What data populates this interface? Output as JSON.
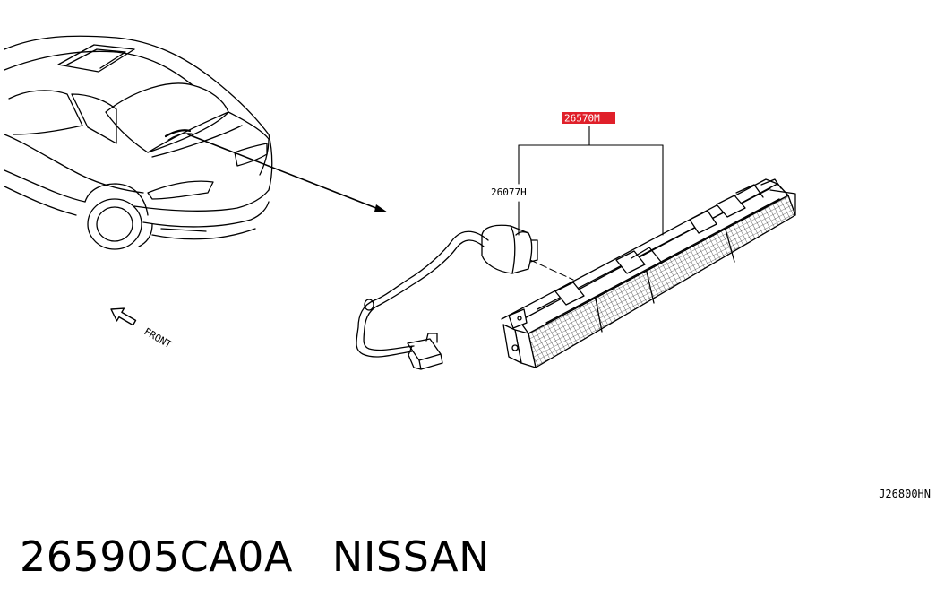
{
  "diagram": {
    "callouts": {
      "highlighted_part": "26570M",
      "harness_part": "26077H"
    },
    "front_label": "FRONT",
    "reference_code": "J26800HN",
    "highlight_color": "#e0202a"
  },
  "caption": {
    "part_number": "265905CA0A",
    "brand": "NISSAN"
  }
}
